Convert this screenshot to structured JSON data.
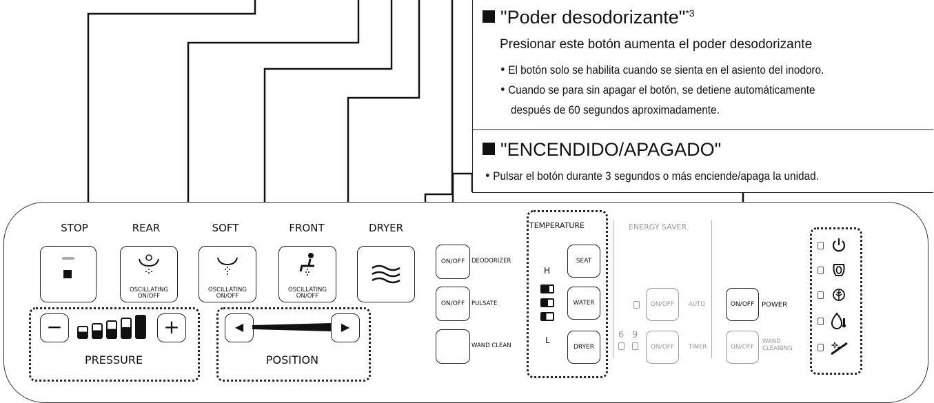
{
  "callouts": {
    "deodorizer": {
      "title": "\"Poder desodorizante\"",
      "title_sup": "*3",
      "subtitle": "Presionar este botón aumenta el poder desodorizante",
      "bullets": [
        "El botón solo se habilita cuando se sienta en el asiento del inodoro.",
        "Cuando se para sin apagar el botón, se detiene automáticamente",
        "después de 60 segundos aproximadamente."
      ]
    },
    "power": {
      "title": "\"ENCENDIDO/APAGADO\"",
      "bullets": [
        "Pulsar el botón durante 3 segundos o más enciende/apaga la unidad."
      ]
    }
  },
  "panel": {
    "top_labels": {
      "stop": "STOP",
      "rear": "REAR",
      "soft": "SOFT",
      "front": "FRONT",
      "dryer": "DRYER"
    },
    "oscillating": "OSCILLATING\nON/OFF",
    "pressure": {
      "label": "PRESSURE",
      "minus": "−",
      "plus": "+"
    },
    "position": {
      "label": "POSITION",
      "left": "◀",
      "right": "▶"
    },
    "side_buttons": [
      {
        "button": "ON/OFF",
        "label": "DEODORIZER"
      },
      {
        "button": "ON/OFF",
        "label": "PULSATE"
      },
      {
        "button": "",
        "label": "WAND CLEAN"
      }
    ],
    "temperature": {
      "title": "TEMPERATURE",
      "high": "H",
      "low": "L",
      "buttons": [
        "SEAT",
        "WATER",
        "DRYER"
      ]
    },
    "energy_saver": {
      "title": "ENERGY SAVER",
      "auto": {
        "button": "ON/OFF",
        "label": "AUTO"
      },
      "timer": {
        "button": "ON/OFF",
        "label": "TIMER",
        "hours": [
          "6",
          "9"
        ]
      }
    },
    "power_row": {
      "button": "ON/OFF",
      "label": "POWER"
    },
    "wand_cleaning": {
      "button": "ON/OFF",
      "label": "WAND\nCLEANING"
    },
    "indicator_icons": [
      "power-icon",
      "toilet-seat-icon",
      "leaf-icon",
      "water-temperature-icon",
      "wand-clean-icon"
    ]
  }
}
